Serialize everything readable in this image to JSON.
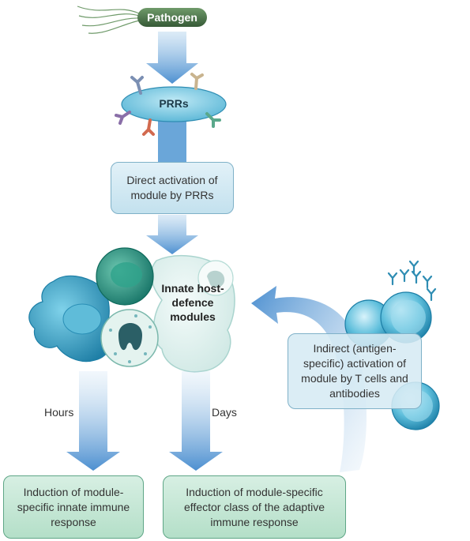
{
  "pathogen_label": "Pathogen",
  "receptor_label": "PRRs",
  "direct_box": "Direct activation of module by PRRs",
  "innate_label": "Innate host-defence modules",
  "indirect_box": "Indirect (antigen-specific) activation of module by T cells and antibodies",
  "hours_label": "Hours",
  "days_label": "Days",
  "innate_response_box": "Induction of module-specific innate immune response",
  "adaptive_response_box": "Induction of module-specific effector class of the adaptive immune response",
  "colors": {
    "arrow": "#5b9bd5",
    "cell_blue": "#3aa6c8",
    "cell_green": "#1f8a78",
    "box_fill": "#d6ebf4",
    "green_box_fill": "#c7e7d7"
  }
}
